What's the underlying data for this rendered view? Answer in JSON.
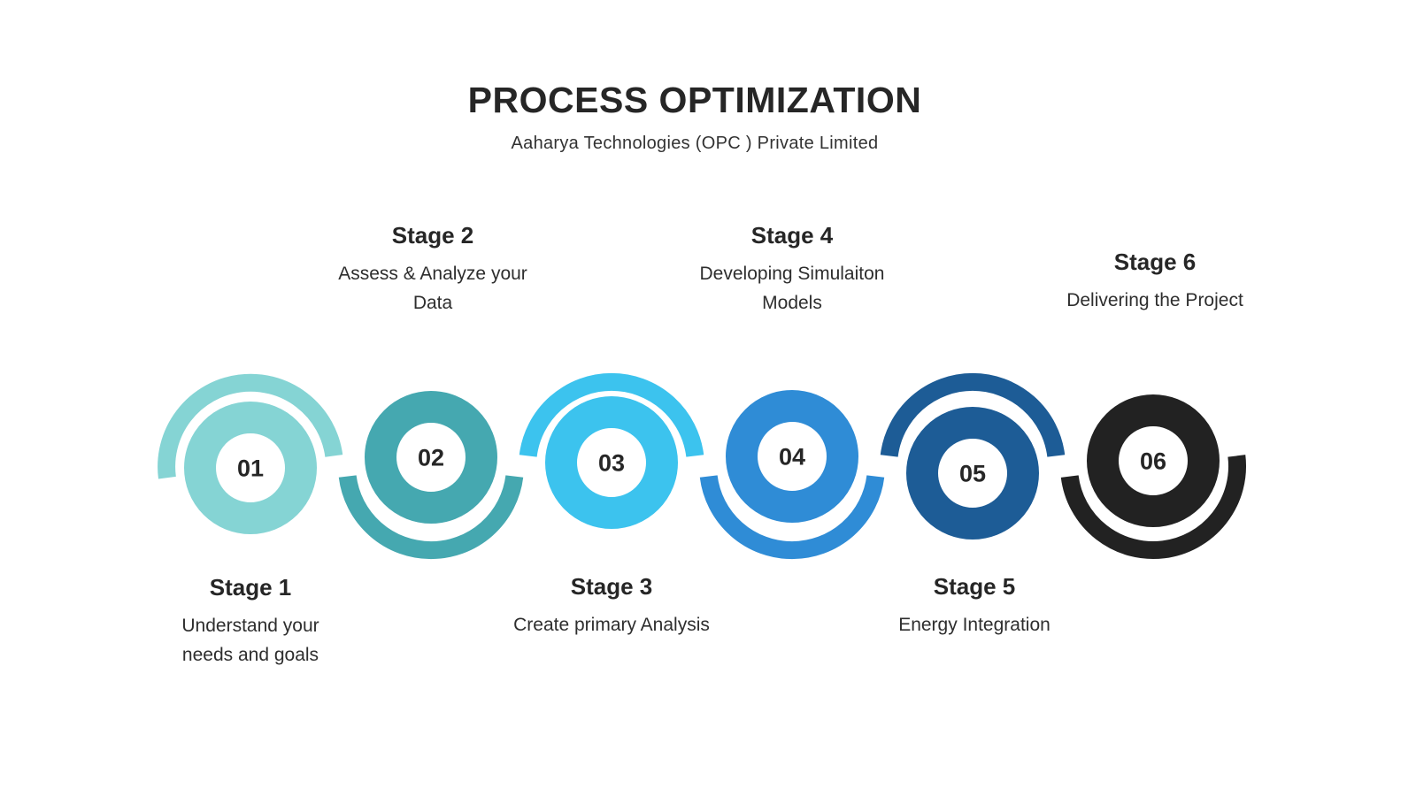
{
  "header": {
    "title": "PROCESS OPTIMIZATION",
    "subtitle": "Aaharya Technologies (OPC ) Private Limited"
  },
  "stages": [
    {
      "number": "01",
      "title": "Stage 1",
      "lines": [
        "Understand your",
        "needs and goals"
      ],
      "color": "#85d4d4",
      "label_position": "below"
    },
    {
      "number": "02",
      "title": "Stage 2",
      "lines": [
        "Assess & Analyze your",
        "Data"
      ],
      "color": "#45a8b0",
      "label_position": "above"
    },
    {
      "number": "03",
      "title": "Stage 3",
      "lines": [
        "Create primary Analysis"
      ],
      "color": "#3cc3ee",
      "label_position": "below"
    },
    {
      "number": "04",
      "title": "Stage 4",
      "lines": [
        "Developing Simulaiton",
        "Models"
      ],
      "color": "#2f8cd6",
      "label_position": "above"
    },
    {
      "number": "05",
      "title": "Stage 5",
      "lines": [
        "Energy Integration"
      ],
      "color": "#1d5c96",
      "label_position": "below"
    },
    {
      "number": "06",
      "title": "Stage 6",
      "lines": [
        "Delivering the Project"
      ],
      "color": "#222222",
      "label_position": "above"
    }
  ],
  "style": {
    "background": "#ffffff",
    "text_color": "#262626"
  }
}
